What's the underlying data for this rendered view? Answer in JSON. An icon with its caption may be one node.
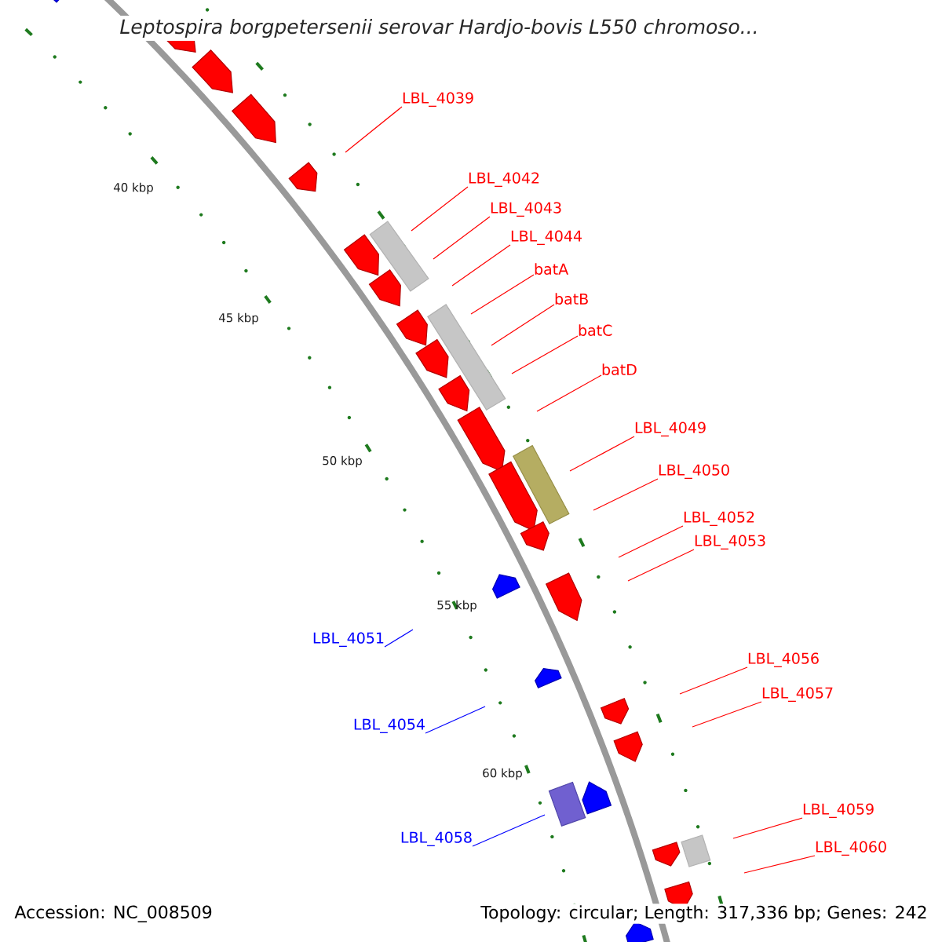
{
  "diagram": {
    "title": "Leptospira borgpetersenii serovar Hardjo-bovis L550 chromoso...",
    "nodes": [
      {
        "text": [
          "LBL_4039"
        ]
      },
      {
        "text": [
          "LBL_4042"
        ]
      },
      {
        "text": [
          "LBL_4043"
        ]
      },
      {
        "text": [
          "LBL_4044"
        ]
      },
      {
        "text": [
          "batA"
        ]
      },
      {
        "text": [
          "batB"
        ]
      },
      {
        "text": [
          "batC"
        ]
      },
      {
        "text": [
          "batD"
        ]
      },
      {
        "text": [
          "LBL_4049"
        ]
      },
      {
        "text": [
          "LBL_4050"
        ]
      },
      {
        "text": [
          "LBL_4052"
        ]
      },
      {
        "text": [
          "LBL_4053"
        ]
      },
      {
        "text": [
          "LBL_4051"
        ]
      },
      {
        "text": [
          "LBL_4056"
        ]
      },
      {
        "text": [
          "LBL_4057"
        ]
      },
      {
        "text": [
          "LBL_4054"
        ]
      },
      {
        "text": [
          "LBL_4059"
        ]
      },
      {
        "text": [
          "LBL_4058"
        ]
      },
      {
        "text": [
          "LBL_4060"
        ]
      }
    ],
    "edges": [
      {
        "from": 0,
        "to": null,
        "arrow": "none"
      },
      {
        "from": 1,
        "to": null,
        "arrow": "none"
      },
      {
        "from": 2,
        "to": null,
        "arrow": "none"
      },
      {
        "from": 3,
        "to": null,
        "arrow": "none"
      },
      {
        "from": 4,
        "to": null,
        "arrow": "none"
      },
      {
        "from": 5,
        "to": null,
        "arrow": "none"
      },
      {
        "from": 6,
        "to": null,
        "arrow": "none"
      },
      {
        "from": 7,
        "to": null,
        "arrow": "none"
      },
      {
        "from": 8,
        "to": null,
        "arrow": "none"
      },
      {
        "from": 9,
        "to": null,
        "arrow": "none"
      },
      {
        "from": 10,
        "to": null,
        "arrow": "none"
      },
      {
        "from": 11,
        "to": null,
        "arrow": "none"
      },
      {
        "from": 12,
        "to": null,
        "arrow": "none",
        "color": "#0000ff"
      },
      {
        "from": 13,
        "to": null,
        "arrow": "none"
      },
      {
        "from": 14,
        "to": null,
        "arrow": "none"
      },
      {
        "from": 15,
        "to": null,
        "arrow": "none",
        "color": "#0000ff"
      },
      {
        "from": 16,
        "to": null,
        "arrow": "none"
      },
      {
        "from": 17,
        "to": null,
        "arrow": "none",
        "color": "#0000ff"
      },
      {
        "from": 18,
        "to": null,
        "arrow": "none"
      }
    ],
    "labels": [
      "40 kbp",
      "45 kbp",
      "50 kbp",
      "55 kbp",
      "60 kbp",
      "Accession: NC_008509",
      "Topology: circular; Length: 317,336 bp; Genes: 242"
    ]
  }
}
